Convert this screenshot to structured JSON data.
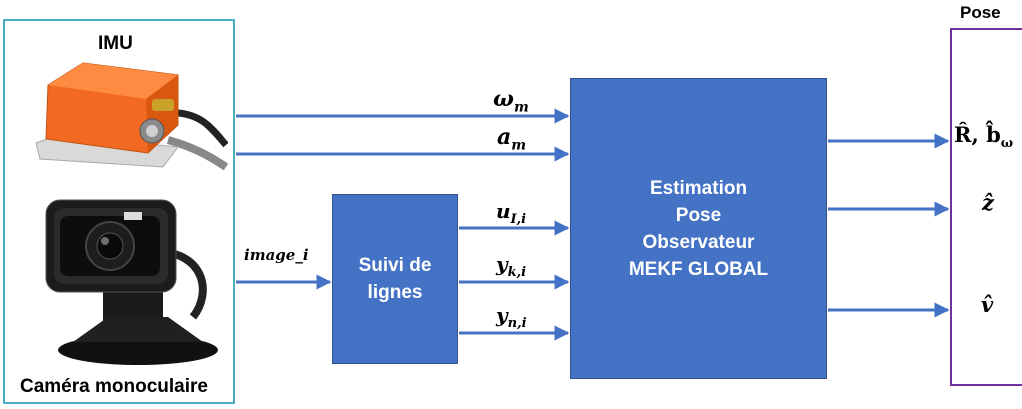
{
  "sensors": {
    "imu_label": "IMU",
    "camera_label": "Caméra monoculaire",
    "icons": [
      "imu-device-icon",
      "webcam-icon"
    ]
  },
  "signals": {
    "omega": "ω",
    "omega_sub": "m",
    "accel": "a",
    "accel_sub": "m",
    "image": "image_i",
    "u": "u",
    "u_sub": "I,i",
    "yk": "y",
    "yk_sub": "k,i",
    "yn": "y",
    "yn_sub": "n,i"
  },
  "tracking_block": {
    "line1": "Suivi de",
    "line2": "lignes"
  },
  "estimation_block": {
    "line1": "Estimation",
    "line2": "Pose",
    "line3": "Observateur",
    "line4": "MEKF GLOBAL"
  },
  "pose": {
    "title": "Pose",
    "out1": "R̂, b̂",
    "out1_sub": "ω",
    "out2": "ẑ",
    "out3": "v̂"
  },
  "colors": {
    "block": "#4472c4",
    "arrow": "#4472c4",
    "sensor_border": "#4bacc6",
    "pose_border": "#7030a0",
    "imu_orange": "#f26a21"
  }
}
